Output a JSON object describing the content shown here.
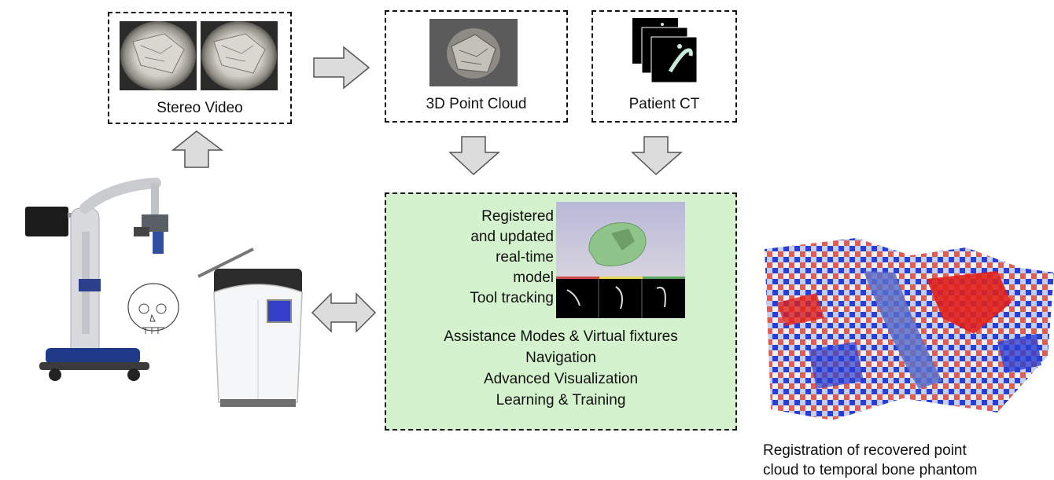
{
  "boxes": {
    "stereo_video": "Stereo Video",
    "point_cloud": "3D Point Cloud",
    "patient_ct": "Patient CT"
  },
  "system": {
    "registered_lines": [
      "Registered",
      "and updated",
      "real-time",
      "model",
      "Tool tracking"
    ],
    "features": [
      "Assistance Modes & Virtual fixtures",
      "Navigation",
      "Advanced Visualization",
      "Learning & Training"
    ]
  },
  "caption": {
    "line1": "Registration of recovered point",
    "line2": "cloud to temporal bone phantom"
  },
  "colors": {
    "green_panel": "#d4f2cd",
    "arrow_fill": "#dcdcdc",
    "heatmap_red": "#e0201a",
    "heatmap_blue": "#2a3fd1"
  },
  "icons": [
    "stereo-frames",
    "point-cloud-thumbnail",
    "ct-slices",
    "registration-render",
    "surgical-microscope",
    "surgical-robot",
    "skull-sketch",
    "heatmap-point-cloud"
  ]
}
